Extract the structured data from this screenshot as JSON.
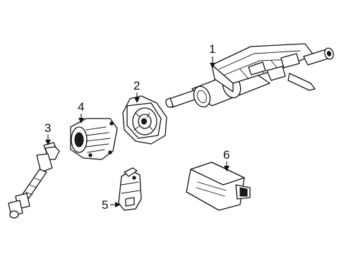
{
  "diagram": {
    "callouts": [
      {
        "id": "1",
        "label": "1"
      },
      {
        "id": "2",
        "label": "2"
      },
      {
        "id": "3",
        "label": "3"
      },
      {
        "id": "4",
        "label": "4"
      },
      {
        "id": "5",
        "label": "5"
      },
      {
        "id": "6",
        "label": "6"
      }
    ],
    "colors": {
      "line": "#111111",
      "fill": "#ffffff",
      "background": "#ffffff"
    }
  }
}
